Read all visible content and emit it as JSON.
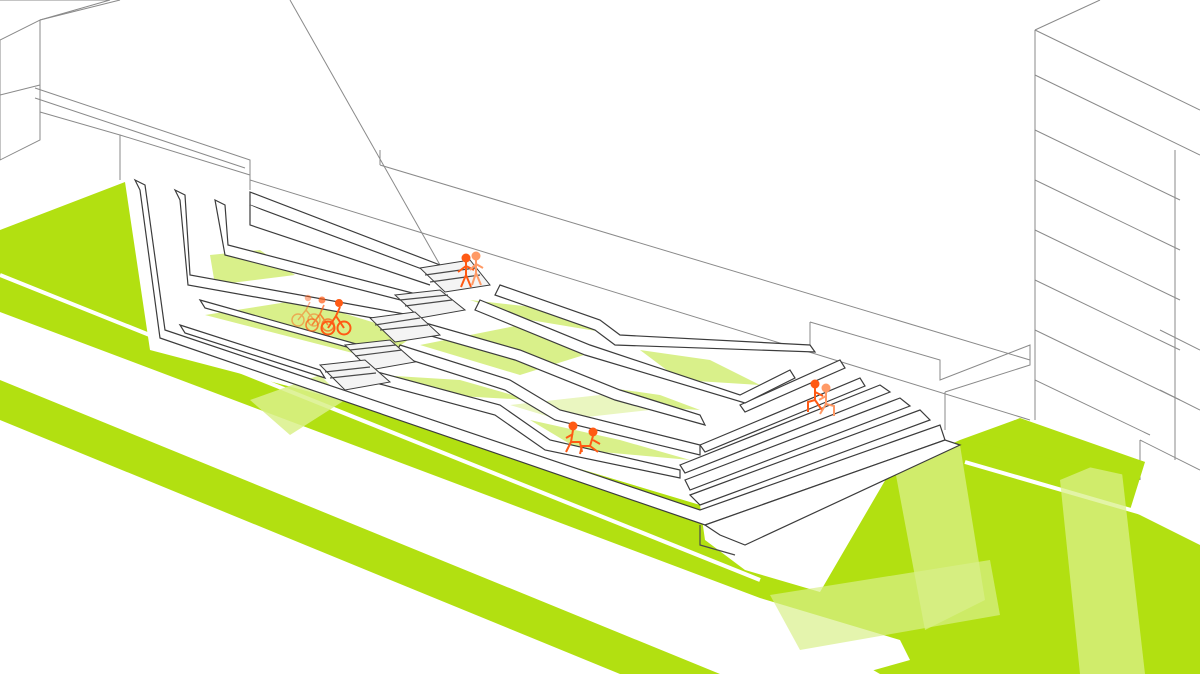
{
  "figure": {
    "type": "axonometric architectural diagram",
    "colors": {
      "background": "#ffffff",
      "lawn": "#b2e011",
      "lawn_light": "#d9f08a",
      "lawn_pale": "#eaf6c0",
      "linework": "#8a8a8a",
      "edges": "#3c3c3c",
      "people": "#ff5a14",
      "people_faded": "#ffb08a"
    },
    "figures": [
      {
        "group": "cyclists",
        "icon": "bicycle-icon"
      },
      {
        "group": "people-on-stair",
        "icon": "person-icon"
      },
      {
        "group": "people-seated-middle",
        "icon": "person-seated-icon"
      },
      {
        "group": "people-seated-right",
        "icon": "person-seated-icon"
      }
    ]
  }
}
